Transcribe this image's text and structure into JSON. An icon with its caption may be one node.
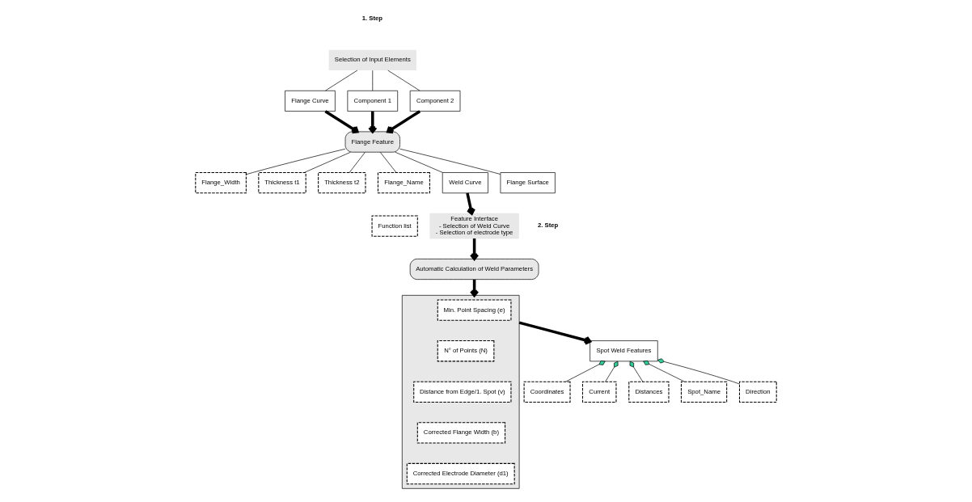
{
  "diagram": {
    "nodes": [
      {
        "text": [
          "Selection of Input Elements"
        ]
      },
      {
        "text": [
          "Flange Curve"
        ]
      },
      {
        "text": [
          "Component 1"
        ]
      },
      {
        "text": [
          "Component 2"
        ]
      },
      {
        "text": [
          "Flange Feature"
        ]
      },
      {
        "text": [
          "Flange_Width"
        ]
      },
      {
        "text": [
          "Thickness t1"
        ]
      },
      {
        "text": [
          "Thickness t2"
        ]
      },
      {
        "text": [
          "Flange_Name"
        ]
      },
      {
        "text": [
          "Function list"
        ]
      },
      {
        "text": [
          "Weld Curve"
        ]
      },
      {
        "text": [
          "Flange Surface"
        ]
      },
      {
        "text": [
          "Feature Interface",
          "- Selection of Weld Curve",
          "- Selection of electrode type"
        ]
      },
      {
        "text": [
          "Automatic Calculation of Weld Parameters"
        ]
      },
      {
        "text": [],
        "shape": "box"
      },
      {
        "text": [
          "Min. Point Spacing (e)"
        ],
        "in": 14
      },
      {
        "text": [
          "N° of Points (N)"
        ],
        "in": 14
      },
      {
        "text": [
          "Distance from Edge/1. Spot (v)"
        ],
        "in": 14
      },
      {
        "text": [
          "Corrected Flange Width (b)"
        ],
        "in": 14
      },
      {
        "text": [
          "Corrected Electrode Diameter (d1)"
        ],
        "in": 14
      },
      {
        "text": [
          "Spot Weld Features"
        ]
      },
      {
        "text": [
          "Coordinates"
        ]
      },
      {
        "text": [
          "Current"
        ]
      },
      {
        "text": [
          "Distances"
        ]
      },
      {
        "text": [
          "Spot_Name"
        ]
      },
      {
        "text": [
          "Direction"
        ]
      }
    ],
    "edges": [
      {
        "from": 0,
        "to": 1,
        "arrow": "none"
      },
      {
        "from": 0,
        "to": 2,
        "arrow": "none"
      },
      {
        "from": 0,
        "to": 3,
        "arrow": "none"
      },
      {
        "from": 1,
        "to": 4,
        "arrow": "to",
        "style": "thick"
      },
      {
        "from": 2,
        "to": 4,
        "arrow": "to",
        "style": "thick"
      },
      {
        "from": 3,
        "to": 4,
        "arrow": "to",
        "style": "thick"
      },
      {
        "from": 4,
        "to": 5,
        "arrow": "none"
      },
      {
        "from": 4,
        "to": 6,
        "arrow": "none"
      },
      {
        "from": 4,
        "to": 7,
        "arrow": "none"
      },
      {
        "from": 4,
        "to": 8,
        "arrow": "none"
      },
      {
        "from": 4,
        "to": 10,
        "arrow": "none"
      },
      {
        "from": 4,
        "to": 11,
        "arrow": "none"
      },
      {
        "from": 10,
        "to": 12,
        "arrow": "to",
        "style": "thick"
      },
      {
        "from": 12,
        "to": 13,
        "arrow": "to",
        "style": "thick"
      },
      {
        "from": 13,
        "to": 14,
        "arrow": "to",
        "style": "thick"
      },
      {
        "from": 14,
        "to": 20,
        "arrow": "to",
        "style": "thick"
      },
      {
        "from": 20,
        "to": 21,
        "arrow": "other"
      },
      {
        "from": 20,
        "to": 22,
        "arrow": "other"
      },
      {
        "from": 20,
        "to": 23,
        "arrow": "other"
      },
      {
        "from": 20,
        "to": 24,
        "arrow": "other"
      },
      {
        "from": 20,
        "to": 25,
        "arrow": "other"
      }
    ],
    "labels": [
      "1. Step",
      "2. Step"
    ]
  }
}
